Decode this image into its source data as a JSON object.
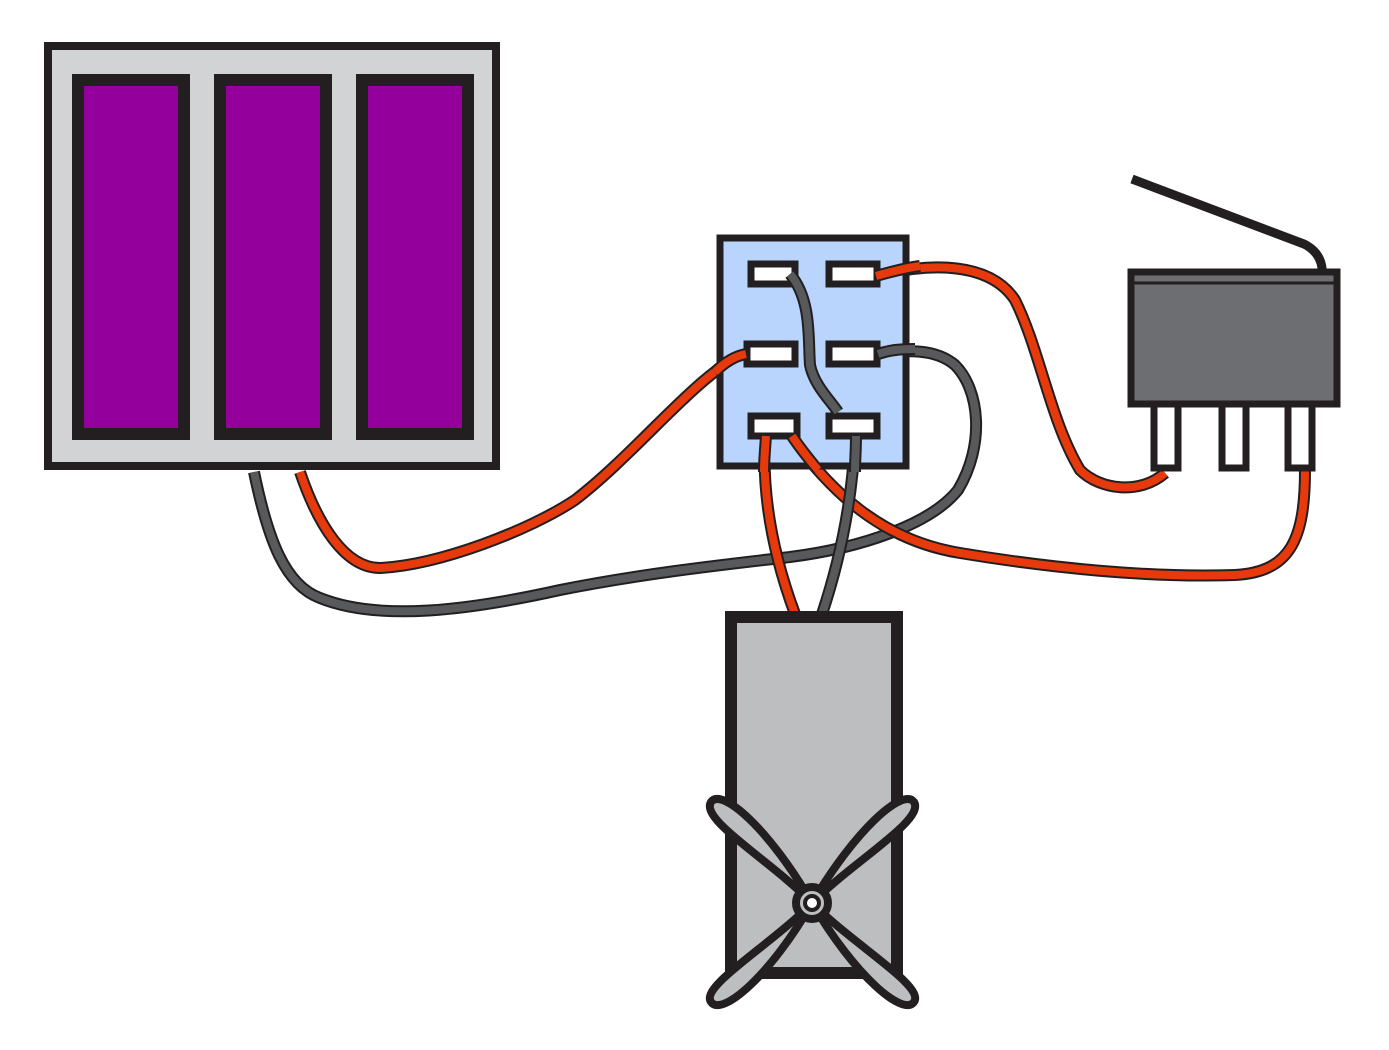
{
  "colors": {
    "background": "#ffffff",
    "outline": "#231f20",
    "battery_case": "#d1d3d4",
    "battery_cell": "#93009b",
    "switch_body": "#b9d5fd",
    "terminal": "#ffffff",
    "wire_red": "#e63a0c",
    "wire_gray": "#58595b",
    "limit_switch_body": "#6d6e71",
    "motor_body": "#bcbec0",
    "propeller": "#bcbec0"
  },
  "components": {
    "battery": {
      "icon": "battery-pack-icon",
      "cells": 3
    },
    "dpdt_switch": {
      "icon": "dpdt-toggle-switch-icon",
      "terminals": 6
    },
    "limit_switch": {
      "icon": "limit-switch-icon",
      "pins": 3
    },
    "motor": {
      "icon": "dc-motor-with-propeller-icon"
    }
  },
  "wires": [
    {
      "name": "battery-gray-to-switch-mid-right",
      "color": "wire_gray"
    },
    {
      "name": "battery-red-to-switch-mid-left",
      "color": "wire_red"
    },
    {
      "name": "switch-top-left-to-bottom-right-jumper",
      "color": "wire_gray"
    },
    {
      "name": "switch-top-right-to-limit-switch-left-pin",
      "color": "wire_red"
    },
    {
      "name": "switch-bottom-left-to-limit-switch-right-pin",
      "color": "wire_red"
    },
    {
      "name": "switch-bottom-left-to-motor",
      "color": "wire_red"
    },
    {
      "name": "switch-bottom-right-to-motor",
      "color": "wire_gray"
    }
  ]
}
